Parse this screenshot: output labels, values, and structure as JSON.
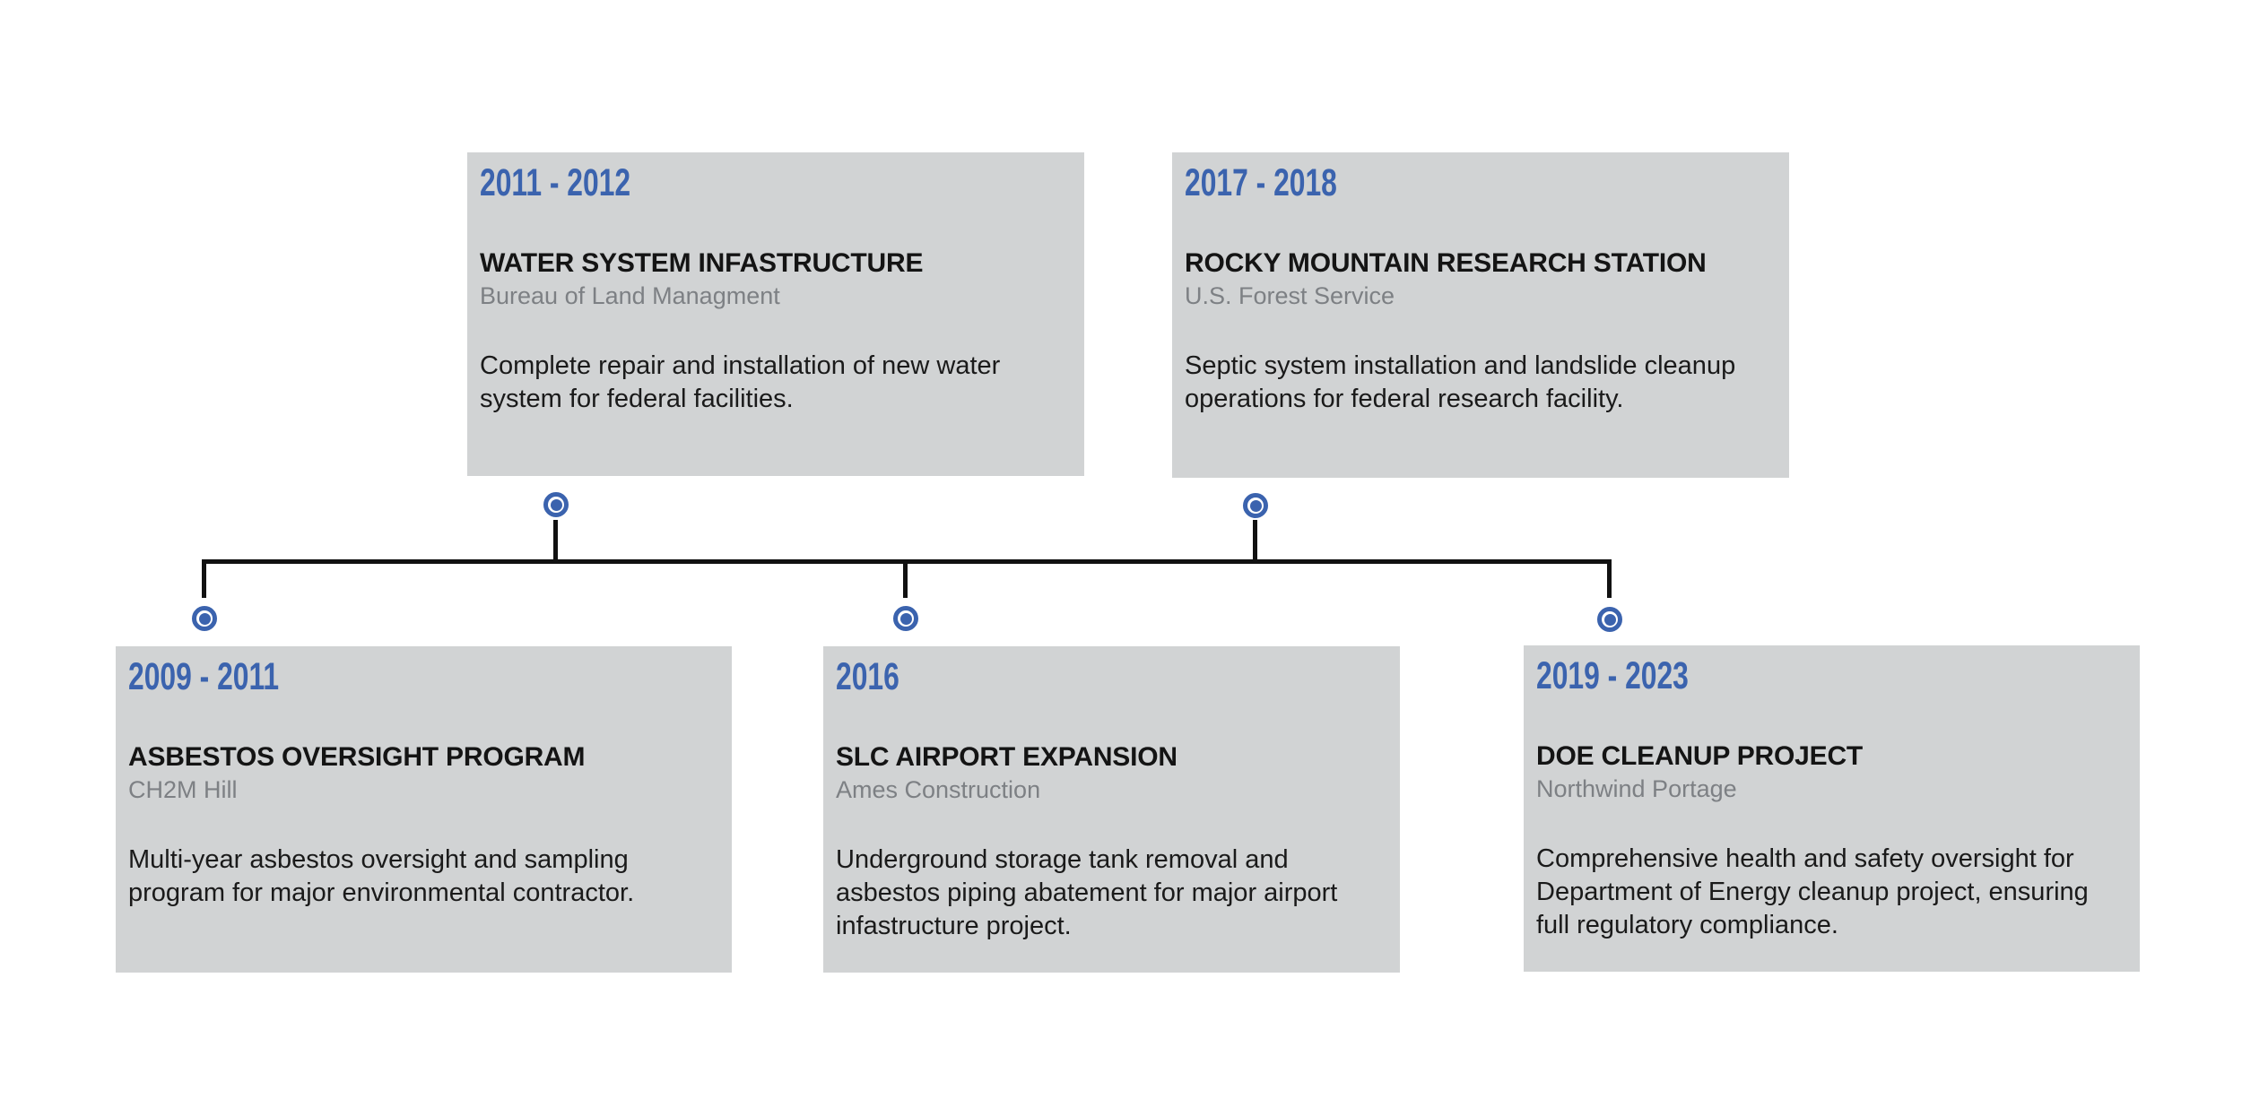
{
  "page": {
    "kind": "project-history-timeline",
    "background": "#ffffff"
  },
  "colors": {
    "accent_blue": "#3b63ae",
    "card_background": "#d1d3d4",
    "timeline_black": "#111111",
    "organization_gray": "#7d8084",
    "body_text": "#1a1a1a"
  },
  "timeline": {
    "axis_orientation": "horizontal",
    "marker_icon": "concentric-circle-icon",
    "marker_count": 5
  },
  "events": [
    {
      "year": "2011 - 2012",
      "title": "WATER SYSTEM INFASTRUCTURE",
      "organization": "Bureau of Land Managment",
      "description": "Complete repair and installation of new water\nsystem for federal facilities.",
      "row": "top"
    },
    {
      "year": "2017 - 2018",
      "title": "ROCKY MOUNTAIN RESEARCH STATION",
      "organization": "U.S. Forest Service",
      "description": "Septic system installation and landslide cleanup\noperations for federal research facility.",
      "row": "top"
    },
    {
      "year": "2009 - 2011",
      "title": "ASBESTOS OVERSIGHT PROGRAM",
      "organization": "CH2M Hill",
      "description": "Multi-year asbestos oversight and sampling\nprogram for major environmental contractor.",
      "row": "bottom"
    },
    {
      "year": "2016",
      "title": "SLC AIRPORT EXPANSION",
      "organization": "Ames Construction",
      "description": "Underground storage tank removal and\nasbestos piping abatement for major airport\ninfastructure project.",
      "row": "bottom"
    },
    {
      "year": "2019 - 2023",
      "title": "DOE CLEANUP PROJECT",
      "organization": "Northwind Portage",
      "description": "Comprehensive health and safety oversight for\nDepartment of Energy cleanup project, ensuring\nfull regulatory compliance.",
      "row": "bottom"
    }
  ]
}
